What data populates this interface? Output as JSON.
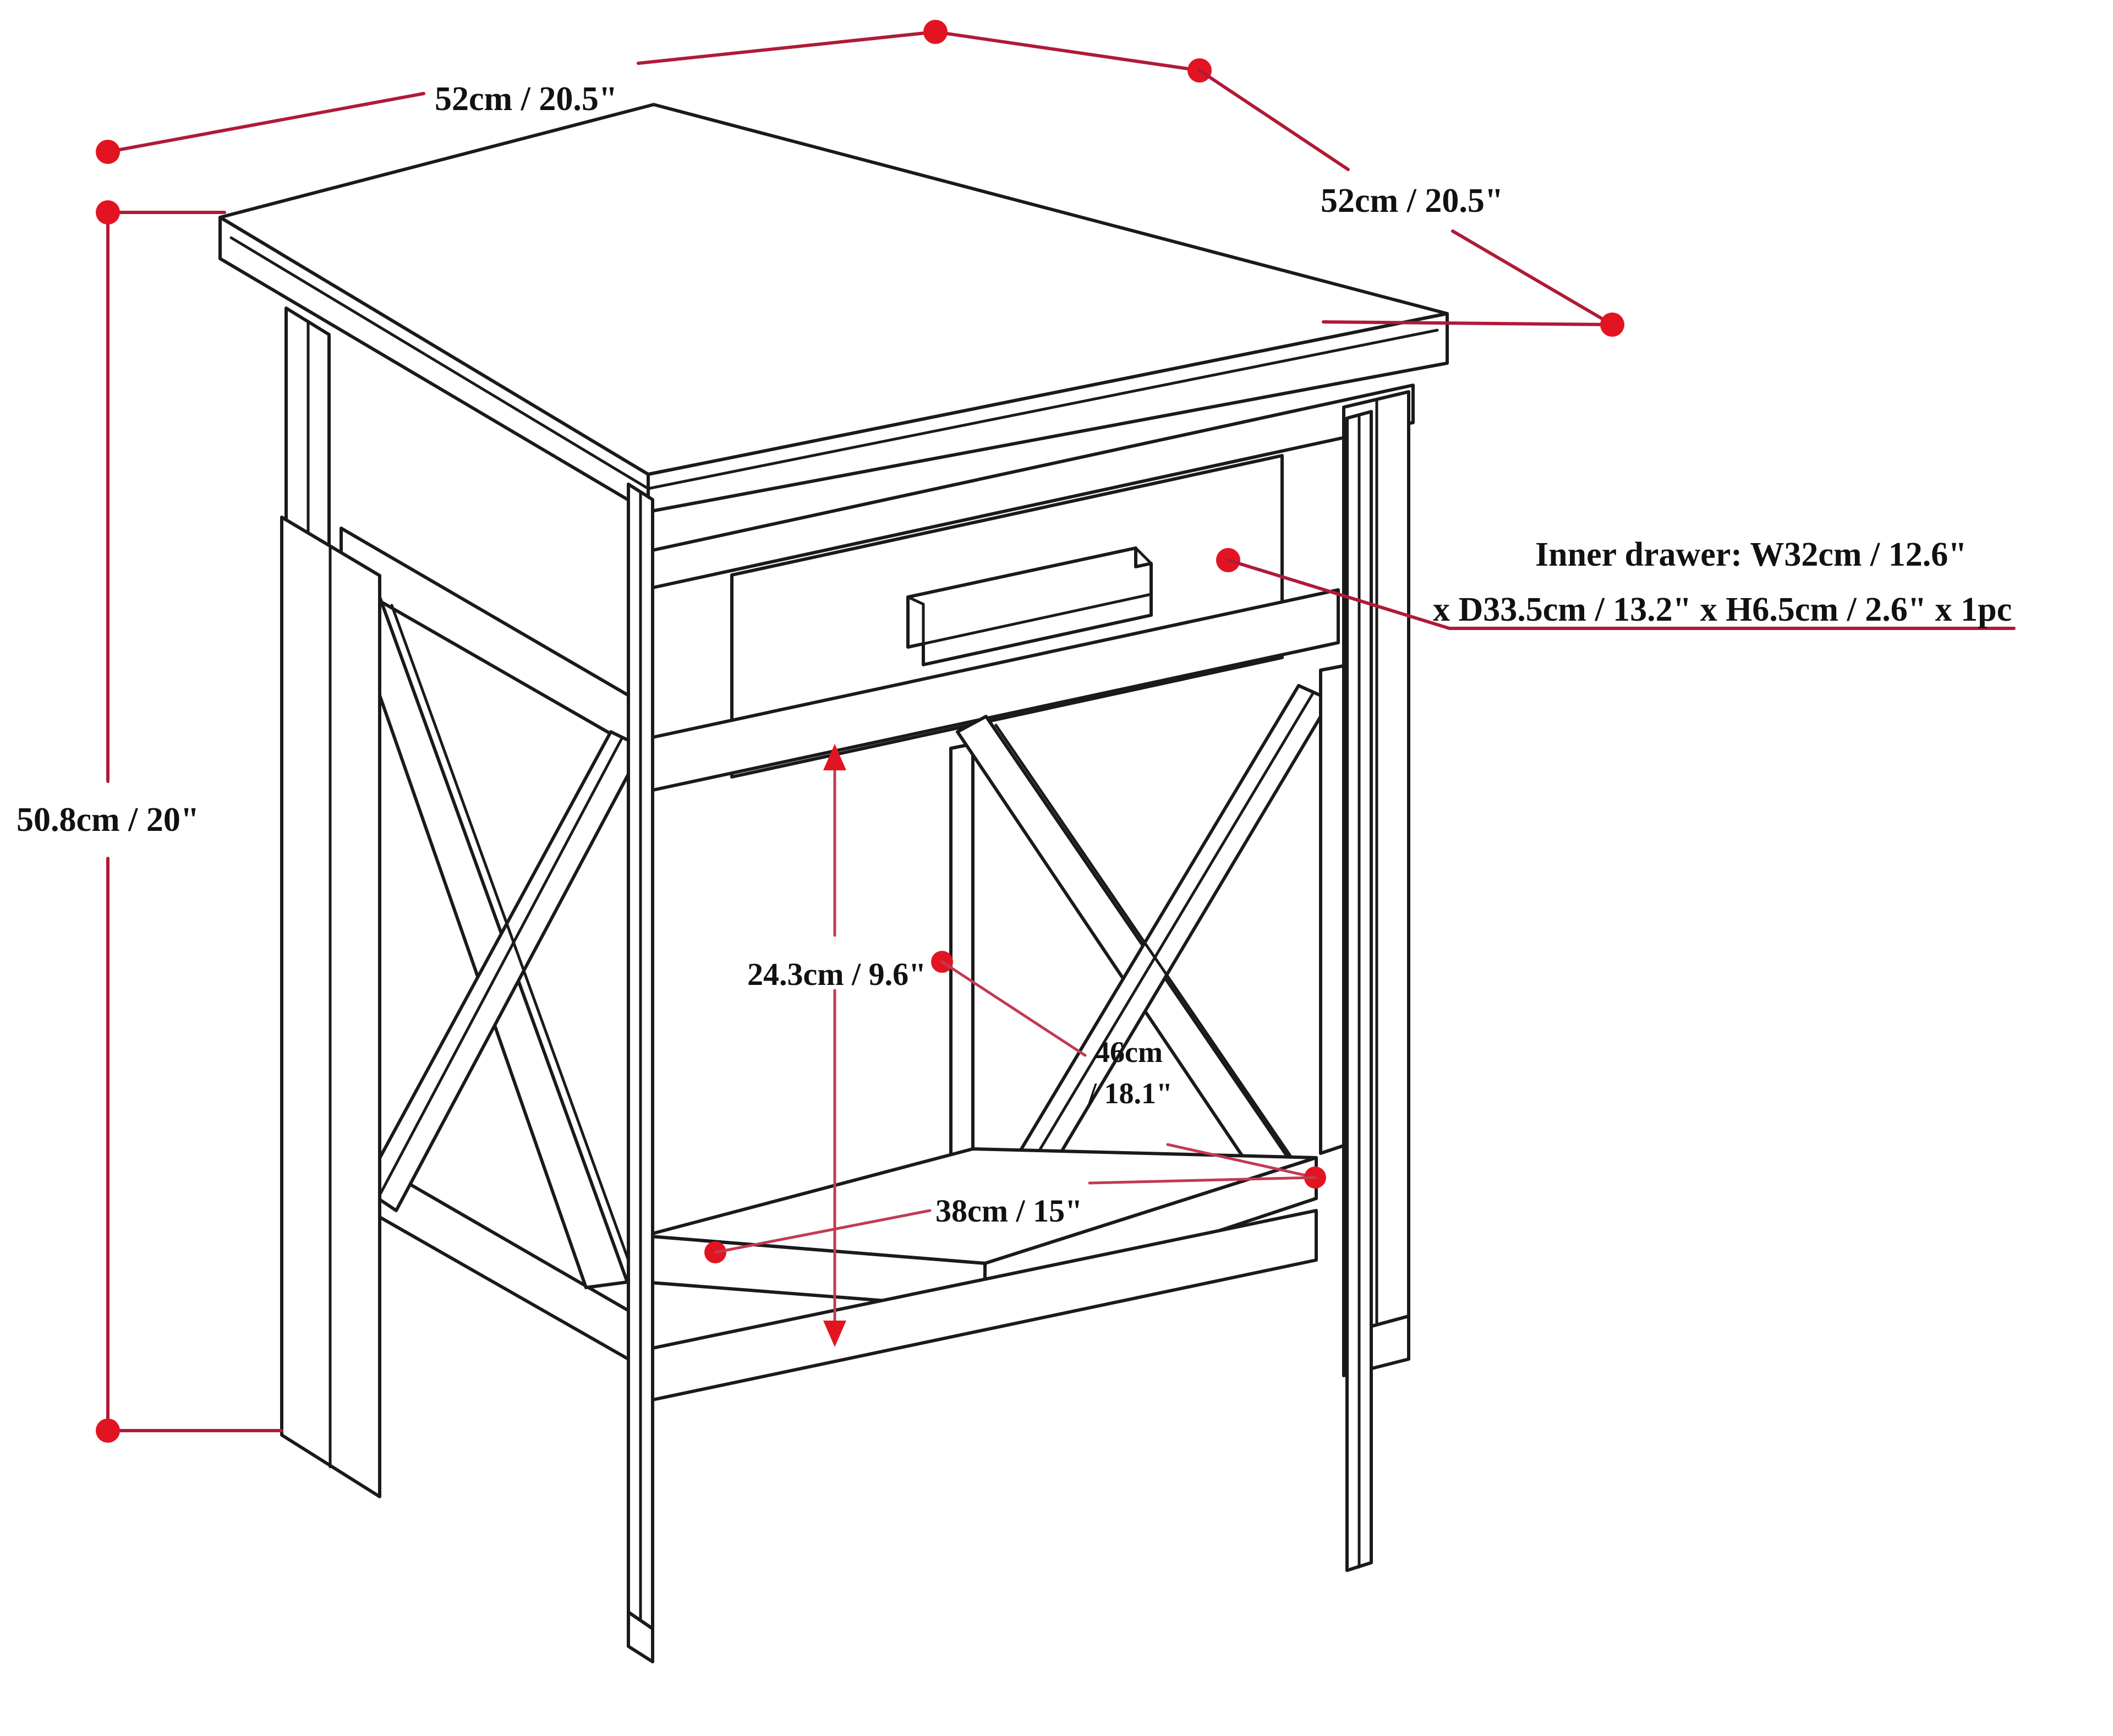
{
  "diagram": {
    "title": "End table dimension diagram",
    "subject": "one-drawer nightstand end table with X-brace side panels and lower shelf",
    "colors": {
      "outline": "#1a1a1a",
      "dimension_line": "#b01a36",
      "dimension_marker": "#e31422",
      "background": "#ffffff"
    }
  },
  "dimensions": {
    "top_width": "52cm / 20.5\"",
    "top_depth": "52cm / 20.5\"",
    "overall_height": "50.8cm / 20\"",
    "shelf_clearance_height": "24.3cm / 9.6\"",
    "shelf_depth_line1": "46cm",
    "shelf_depth_line2": "/ 18.1\"",
    "shelf_width": "38cm / 15\"",
    "inner_drawer_line1": "Inner drawer: W32cm / 12.6\"",
    "inner_drawer_line2": "x D33.5cm / 13.2\" x H6.5cm / 2.6\" x 1pc"
  },
  "parts": {
    "table_top": "table-top",
    "drawer_front": "drawer-front",
    "drawer_pull": "drawer-pull-handle",
    "left_panel_x_brace": "left-x-brace",
    "right_panel_x_brace": "right-x-brace",
    "lower_shelf": "lower-shelf",
    "legs": "four-square-legs"
  }
}
